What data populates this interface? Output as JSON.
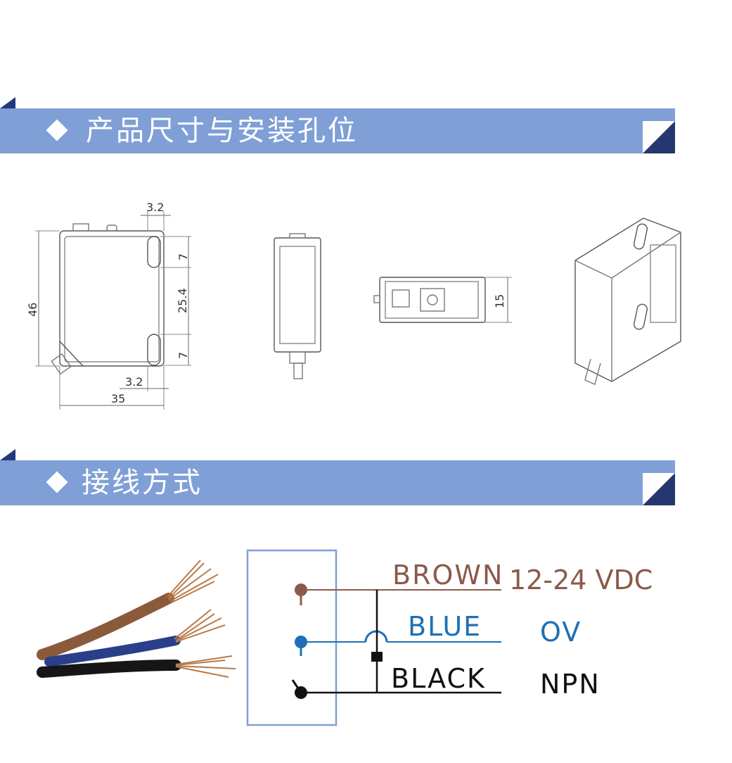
{
  "section_dimensions": {
    "title": "产品尺寸与安装孔位",
    "dims": {
      "top_offset": "3.2",
      "hole_height_top": "7",
      "hole_spacing": "25.4",
      "hole_height_bottom": "7",
      "height": "46",
      "bottom_offset": "3.2",
      "width": "35",
      "depth": "15"
    }
  },
  "section_wiring": {
    "title": "接线方式",
    "wires": [
      {
        "color_name": "BROWN",
        "function": "12-24 VDC",
        "color": "#8b5a4a"
      },
      {
        "color_name": "BLUE",
        "function": "OV",
        "color": "#1f6fb4"
      },
      {
        "color_name": "BLACK",
        "function": "NPN",
        "color": "#111111"
      }
    ]
  },
  "colors": {
    "banner": "#7f9fd6",
    "banner_dark": "#26366f",
    "box_border": "#7f9fd6"
  }
}
